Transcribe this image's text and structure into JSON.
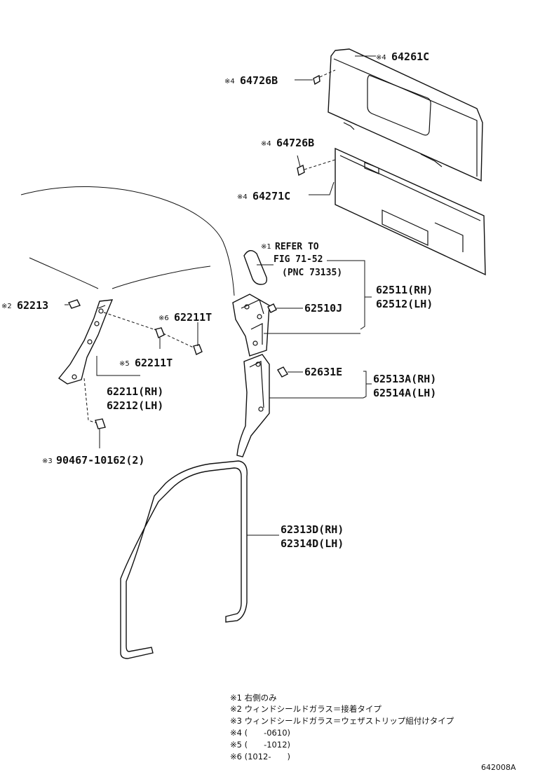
{
  "parts": {
    "p64261c": {
      "mark": "※4",
      "number": "64261C"
    },
    "p64726b_top": {
      "mark": "※4",
      "number": "64726B"
    },
    "p64726b_mid": {
      "mark": "※4",
      "number": "64726B"
    },
    "p64271c": {
      "mark": "※4",
      "number": "64271C"
    },
    "refer": {
      "mark": "※1",
      "line1": "REFER TO",
      "line2": "FIG 71-52",
      "line3": "(PNC 73135)"
    },
    "p62511": {
      "line1": "62511(RH)",
      "line2": "62512(LH)"
    },
    "p62510j": {
      "number": "62510J"
    },
    "p62213": {
      "mark": "※2",
      "number": "62213"
    },
    "p62211t_a": {
      "mark": "※6",
      "number": "62211T"
    },
    "p62211t_b": {
      "mark": "※5",
      "number": "62211T"
    },
    "p62211": {
      "line1": "62211(RH)",
      "line2": "62212(LH)"
    },
    "p62631e": {
      "number": "62631E"
    },
    "p62513a": {
      "line1": "62513A(RH)",
      "line2": "62514A(LH)"
    },
    "p90467": {
      "mark": "※3",
      "number": "90467-10162(2)"
    },
    "p62313d": {
      "line1": "62313D(RH)",
      "line2": "62314D(LH)"
    }
  },
  "notes": [
    "※1 右側のみ",
    "※2 ウィンドシールドガラス＝接着タイプ",
    "※3 ウィンドシールドガラス＝ウェザストリップ組付けタイプ",
    "※4 (　　-0610)",
    "※5 (　　-1012)",
    "※6 (1012-　　)"
  ],
  "figure_id": "642008A"
}
